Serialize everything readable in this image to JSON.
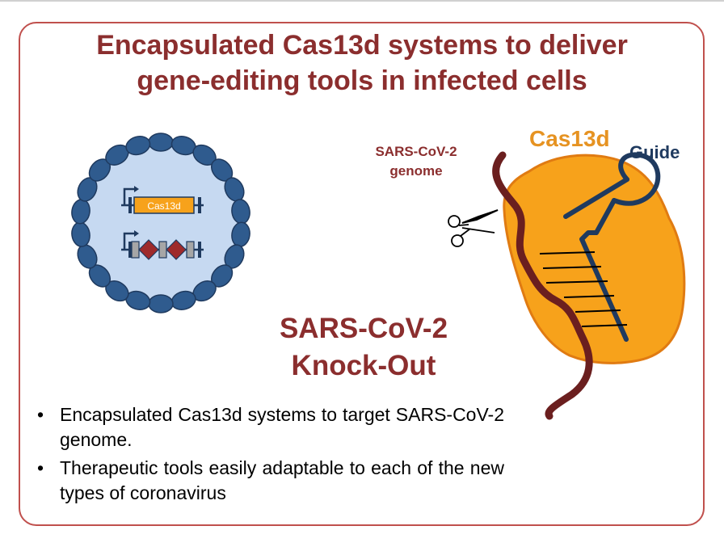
{
  "slide": {
    "title_line1": "Encapsulated Cas13d systems to deliver",
    "title_line2": "gene-editing tools in infected cells"
  },
  "vesicle": {
    "cassette_label": "Cas13d"
  },
  "diagram": {
    "genome_label_line1": "SARS-CoV-2",
    "genome_label_line2": "genome",
    "protein_label": "Cas13d",
    "guide_label": "Guide",
    "knockout_line1": "SARS-CoV-2",
    "knockout_line2": "Knock-Out"
  },
  "bullets": [
    "Encapsulated Cas13d systems to target SARS-CoV-2 genome.",
    "Therapeutic tools easily adaptable to each of the new types of coronavirus"
  ],
  "colors": {
    "frame": "#c0504d",
    "title": "#8b2e2e",
    "cas13d": "#f7a21b",
    "guide": "#1f3a5f",
    "rna": "#6b1f1f",
    "vesicle_fill": "#c6d9f1",
    "vesicle_bead": "#2f5b8e"
  }
}
